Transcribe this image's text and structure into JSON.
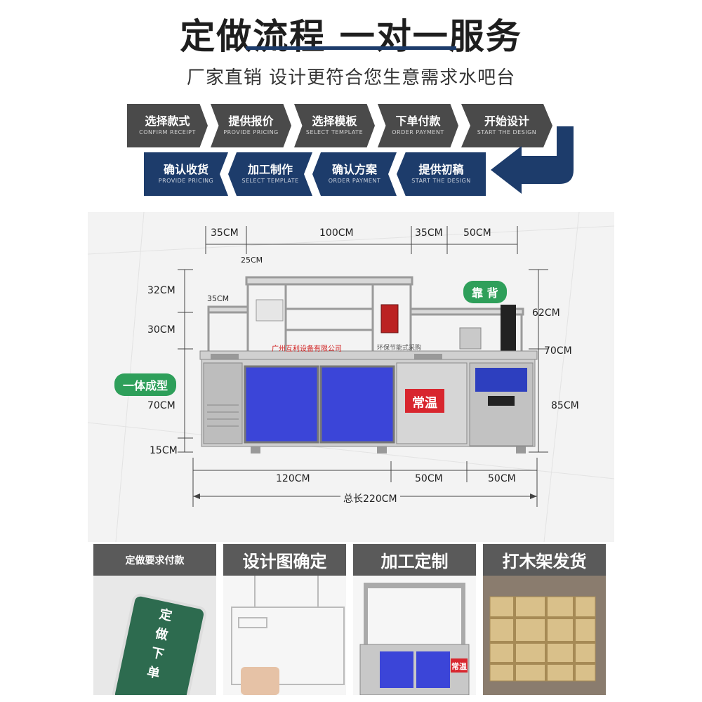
{
  "header": {
    "title": "定做流程 一对一服务",
    "subtitle": "厂家直销 设计更符合您生意需求水吧台"
  },
  "process": {
    "row1": [
      {
        "zh": "选择款式",
        "en": "CONFIRM RECEIPT"
      },
      {
        "zh": "提供报价",
        "en": "PROVIDE PRICING"
      },
      {
        "zh": "选择模板",
        "en": "SELECT TEMPLATE"
      },
      {
        "zh": "下单付款",
        "en": "ORDER PAYMENT"
      },
      {
        "zh": "开始设计",
        "en": "START THE DESIGN"
      }
    ],
    "row2": [
      {
        "zh": "确认收货",
        "en": "PROVIDE PRICING"
      },
      {
        "zh": "加工制作",
        "en": "SELECT TEMPLATE"
      },
      {
        "zh": "确认方案",
        "en": "ORDER PAYMENT"
      },
      {
        "zh": "提供初稿",
        "en": "START THE DESIGN"
      }
    ],
    "colors": {
      "row1": "#4a4a4a",
      "row2": "#1d3c6b"
    }
  },
  "diagram": {
    "top_dims": [
      "35CM",
      "100CM",
      "35CM",
      "50CM"
    ],
    "small_dims": [
      "25CM",
      "35CM"
    ],
    "left_dims": [
      "32CM",
      "30CM",
      "70CM",
      "15CM"
    ],
    "right_dims": [
      "62CM",
      "70CM",
      "85CM"
    ],
    "bottom_dims": [
      "120CM",
      "50CM",
      "50CM"
    ],
    "total": "总长220CM",
    "callout_back": "靠 背",
    "callout_body": "一体成型",
    "label_normal_temp": "常温",
    "counter_text": "广州互利设备有限公司",
    "counter_text_right": "环保节能式采购"
  },
  "panels": [
    {
      "title": "定做要求付款",
      "phone_text": [
        "定",
        "做",
        "下",
        "单"
      ]
    },
    {
      "title": "设计图确定"
    },
    {
      "title": "加工定制",
      "label": "常温"
    },
    {
      "title": "打木架发货"
    }
  ]
}
